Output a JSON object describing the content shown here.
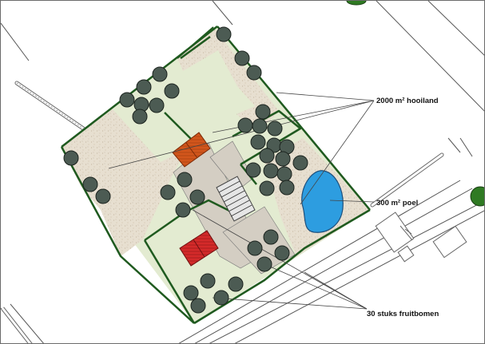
{
  "labels": {
    "hayfield": "2000 m² hooiland",
    "pond": "300 m² poel",
    "fruit_trees": "30 stuks fruitbomen"
  },
  "colors": {
    "meadow": "#e3ebd1",
    "speckled": "#e6ddce",
    "hedge": "#1f5a1f",
    "tree": "#4c5b53",
    "tree_stroke": "#1c241f",
    "pond": "#2d9de0",
    "roof_orange": "#d2561c",
    "roof_red": "#d42a2a",
    "path": "#d4cec3",
    "line": "#555555"
  },
  "icons": [
    "fruit-tree-icon",
    "pond-icon",
    "house-roof-icon",
    "shed-roof-icon",
    "solar-panel-icon"
  ]
}
